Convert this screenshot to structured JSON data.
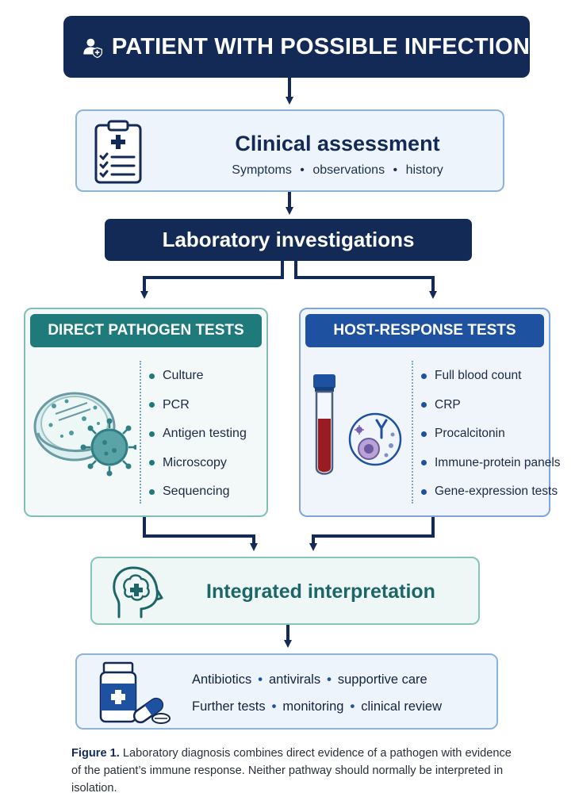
{
  "patient": {
    "title": "PATIENT WITH POSSIBLE INFECTION",
    "icon": "patient-shield-icon"
  },
  "clinical": {
    "title": "Clinical assessment",
    "items": [
      "Symptoms",
      "observations",
      "history"
    ],
    "separator": "•",
    "icon": "clipboard-checklist-icon"
  },
  "lab": {
    "title": "Laboratory investigations"
  },
  "direct": {
    "title": "DIRECT PATHOGEN TESTS",
    "items": [
      "Culture",
      "PCR",
      "Antigen testing",
      "Microscopy",
      "Sequencing"
    ],
    "icon": "petri-dish-virus-icon"
  },
  "host": {
    "title": "HOST-RESPONSE TESTS",
    "items": [
      "Full blood count",
      "CRP",
      "Procalcitonin",
      "Immune-protein panels",
      "Gene-expression tests"
    ],
    "icon": "blood-tube-cell-icon"
  },
  "integrated": {
    "title": "Integrated interpretation",
    "icon": "head-brain-icon"
  },
  "treatment": {
    "line1": [
      "Antibiotics",
      "antivirals",
      "supportive care"
    ],
    "line2": [
      "Further tests",
      "monitoring",
      "clinical review"
    ],
    "separator": "•",
    "icon": "medicine-bottle-pill-icon"
  },
  "caption": {
    "label": "Figure 1.",
    "text": "Laboratory diagnosis combines direct evidence of a pathogen with evidence of the patient’s immune response. Neither pathway should normally be interpreted in isolation."
  },
  "colors": {
    "navy": "#142a56",
    "teal": "#1f7a7b",
    "blue": "#1e52a0",
    "light_blue_bg": "#eef4fb",
    "light_teal_bg": "#eef7f6"
  }
}
